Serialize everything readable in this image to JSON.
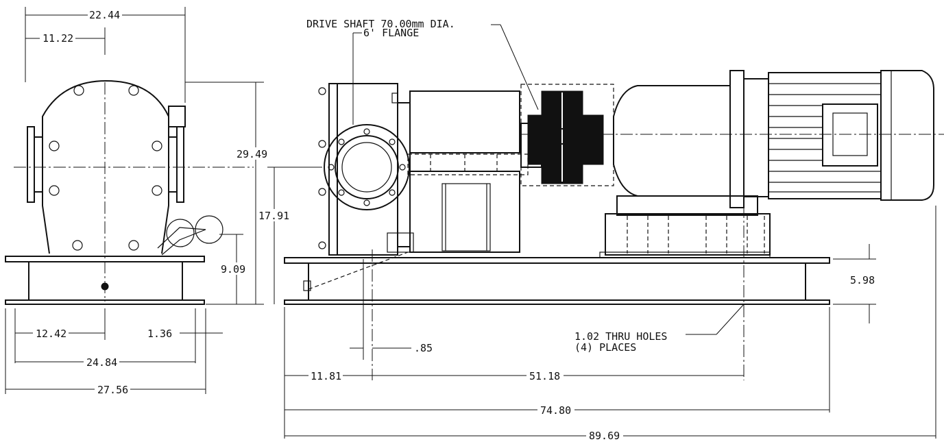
{
  "end_view": {
    "dim_width_top": "22.44",
    "dim_half_width_top": "11.22",
    "dim_height_overall": "29.49",
    "dim_height_small": "9.09",
    "dim_centerline_left": "12.42",
    "dim_offset_right": "1.36",
    "dim_mount_width": "24.84",
    "dim_base_width": "27.56"
  },
  "side_view": {
    "label_drive_shaft": "DRIVE SHAFT 70.00mm DIA.",
    "label_flange": "6' FLANGE",
    "dim_shaft_height": "17.91",
    "dim_base_thickness": "5.98",
    "dim_offset_small": ".85",
    "label_holes_line1": "1.02 THRU HOLES",
    "label_holes_line2": "(4) PLACES",
    "dim_hole_to_end": "11.81",
    "dim_hole_spacing": "51.18",
    "dim_base_length": "74.80",
    "dim_overall_length": "89.69"
  }
}
